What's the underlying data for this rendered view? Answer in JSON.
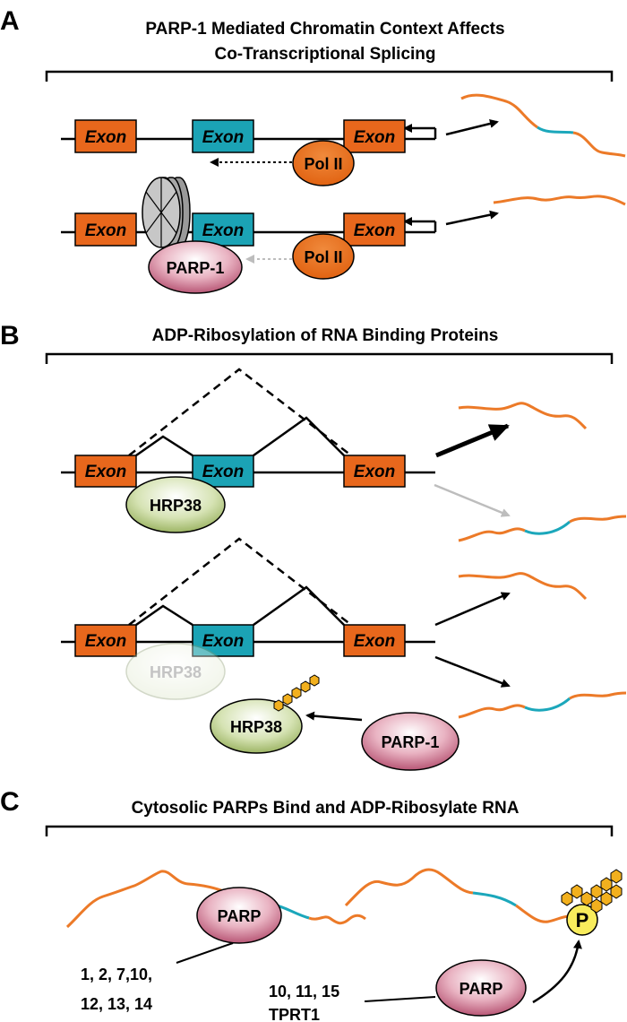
{
  "panels": {
    "a": {
      "letter": "A",
      "title_line1": "PARP-1 Mediated Chromatin Context Affects",
      "title_line2": "Co-Transcriptional Splicing"
    },
    "b": {
      "letter": "B",
      "title": "ADP-Ribosylation of RNA Binding Proteins"
    },
    "c": {
      "letter": "C",
      "title": "Cytosolic PARPs Bind and ADP-Ribosylate RNA"
    }
  },
  "labels": {
    "exon": "Exon",
    "pol2": "Pol II",
    "parp1": "PARP-1",
    "hrp38": "HRP38",
    "parp": "PARP",
    "phosphate": "P"
  },
  "parp_lists": {
    "left_line1": "1, 2, 7,10,",
    "left_line2": "12, 13, 14",
    "right_line1": "10, 11, 15",
    "right_line2": "TPRT1"
  },
  "colors": {
    "exon_orange": "#e8671c",
    "exon_teal": "#1ba3b5",
    "rna_orange": "#ec7a28",
    "rna_teal": "#1ba7bb",
    "parp_pink": "#cc6a86",
    "hrp_green": "#bcd08c",
    "adp_ribose_gold": "#f2b01e",
    "phosphate_yellow": "#f8ec5c",
    "nucleosome_gray": "#b7b7b7"
  }
}
